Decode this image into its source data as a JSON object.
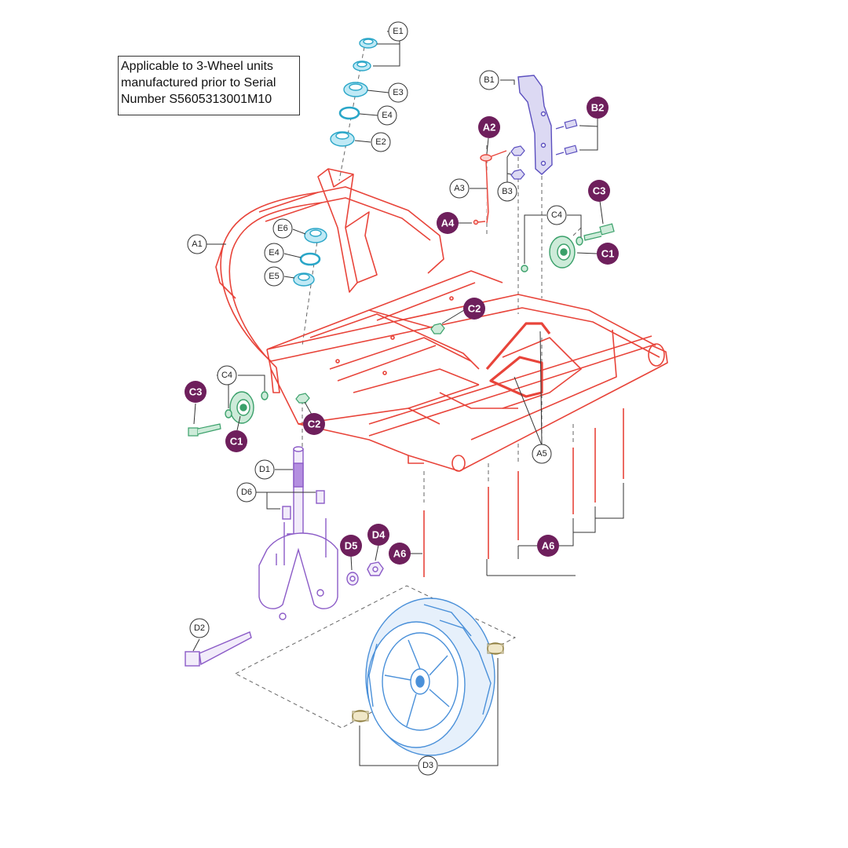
{
  "note": {
    "lines": [
      "Applicable to 3-Wheel units",
      "manufactured prior to Serial",
      "Number S5605313001M10"
    ]
  },
  "colors": {
    "frame": "#e8443a",
    "red_parts": "#e8443a",
    "bracket": "#5b4fbf",
    "bearing": "#2aa6c8",
    "roller": "#3aa06a",
    "fork": "#8b5bc7",
    "tire": "#4a90d9",
    "callout_fill": "#6e1f5c",
    "leader": "#333333"
  },
  "callouts": {
    "E1": "E1",
    "E2": "E2",
    "E3": "E3",
    "E4": "E4",
    "E5": "E5",
    "E6": "E6",
    "B1": "B1",
    "B2": "B2",
    "B3": "B3",
    "A1": "A1",
    "A2": "A2",
    "A3": "A3",
    "A4": "A4",
    "A5": "A5",
    "A6": "A6",
    "C1": "C1",
    "C2": "C2",
    "C3": "C3",
    "C4": "C4",
    "D1": "D1",
    "D2": "D2",
    "D3": "D3",
    "D4": "D4",
    "D5": "D5",
    "D6": "D6"
  }
}
